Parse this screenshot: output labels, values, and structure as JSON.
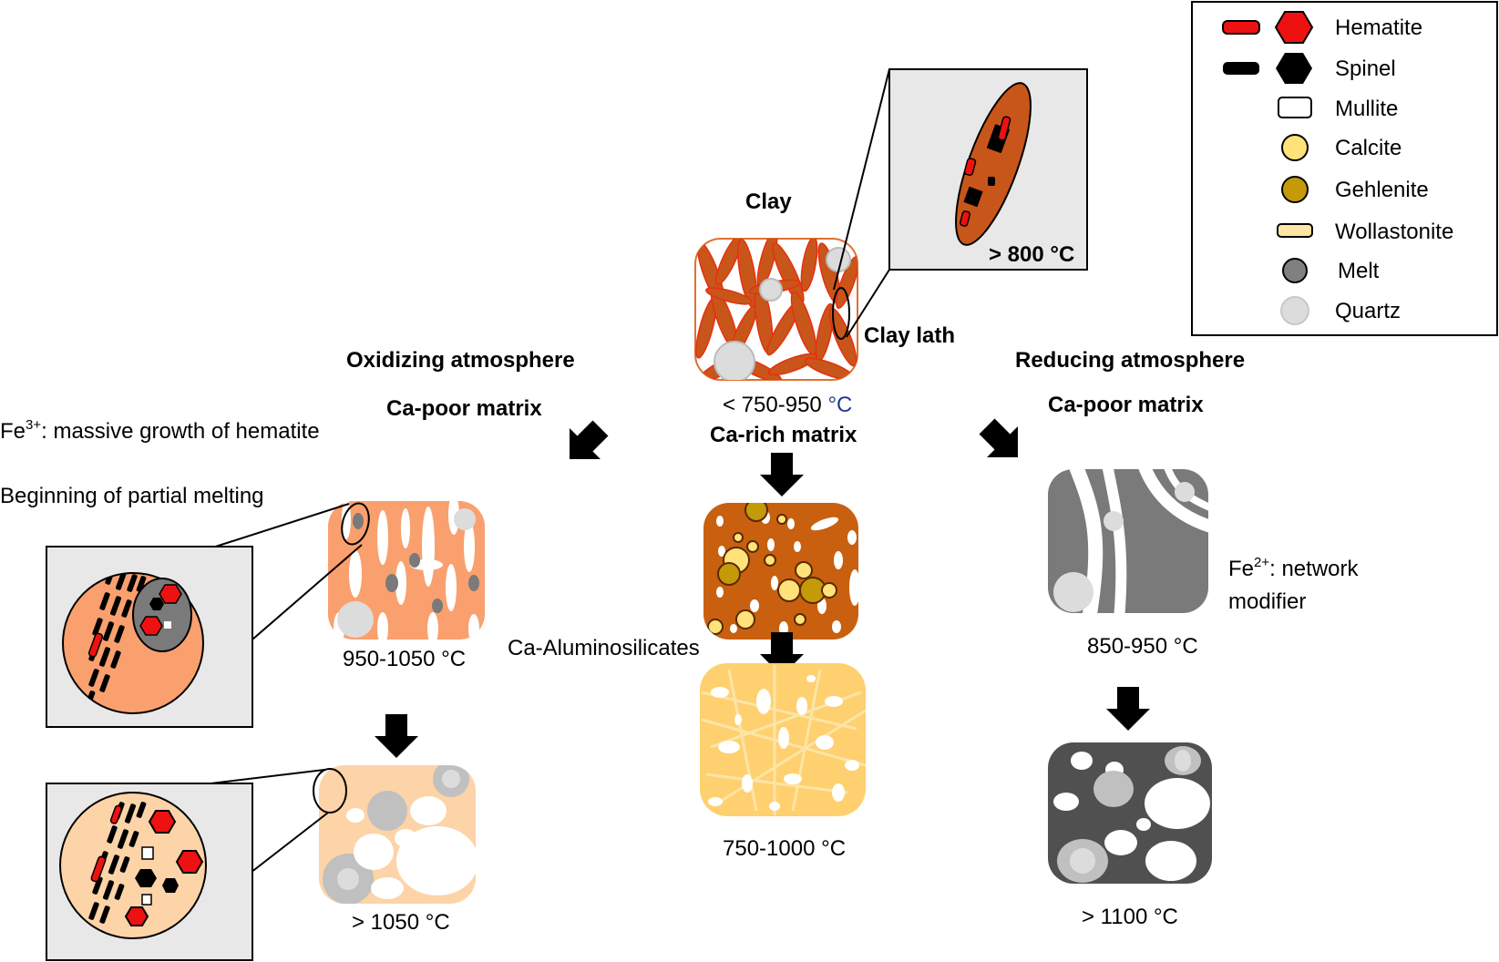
{
  "legend": {
    "items": [
      {
        "label": "Hematite",
        "color": "#ee1111"
      },
      {
        "label": "Spinel",
        "color": "#000000"
      },
      {
        "label": "Mullite",
        "color": "#ffffff"
      },
      {
        "label": "Calcite",
        "color": "#ffe27a"
      },
      {
        "label": "Gehlenite",
        "color": "#c49a08"
      },
      {
        "label": "Wollastonite",
        "color": "#fde5a6"
      },
      {
        "label": "Melt",
        "color": "#808080"
      },
      {
        "label": "Quartz",
        "color": "#dcdcdc"
      }
    ]
  },
  "clay": {
    "title": "Clay",
    "lath_label": "Clay lath",
    "inset_temp": "> 800 °C",
    "temp_prefix": "< 750-950 ",
    "temp_unit": "°C"
  },
  "oxidizing": {
    "title": "Oxidizing atmosphere",
    "matrix": "Ca-poor matrix",
    "fe_ion": "Fe",
    "fe_charge": "3+",
    "fe_text": ": massive growth of hematite",
    "melting_text": "Beginning of partial melting",
    "temp1": "950-1050 °C",
    "temp2": "> 1050 °C"
  },
  "center": {
    "matrix": "Ca-rich matrix",
    "product": "Ca-Aluminosilicates",
    "temp": "750-1000 °C"
  },
  "reducing": {
    "title": "Reducing atmosphere",
    "matrix": "Ca-poor matrix",
    "fe_ion": "Fe",
    "fe_charge": "2+",
    "fe_text_1": ": network",
    "fe_text_2": "modifier",
    "temp1": "850-950 °C",
    "temp2": "> 1100 °C"
  },
  "colors": {
    "clay_fill": "#c8561a",
    "clay_bg": "#ffffff",
    "ox_fill": "#f9a06e",
    "ox_fill_light": "#fdd3a8",
    "center_fill": "#c86010",
    "center_light": "#ffd070",
    "red_fill": "#f9a06e",
    "red_grey": "#7a7a7a",
    "red_dark": "#505050",
    "inset_bg": "#e8e8e8"
  }
}
